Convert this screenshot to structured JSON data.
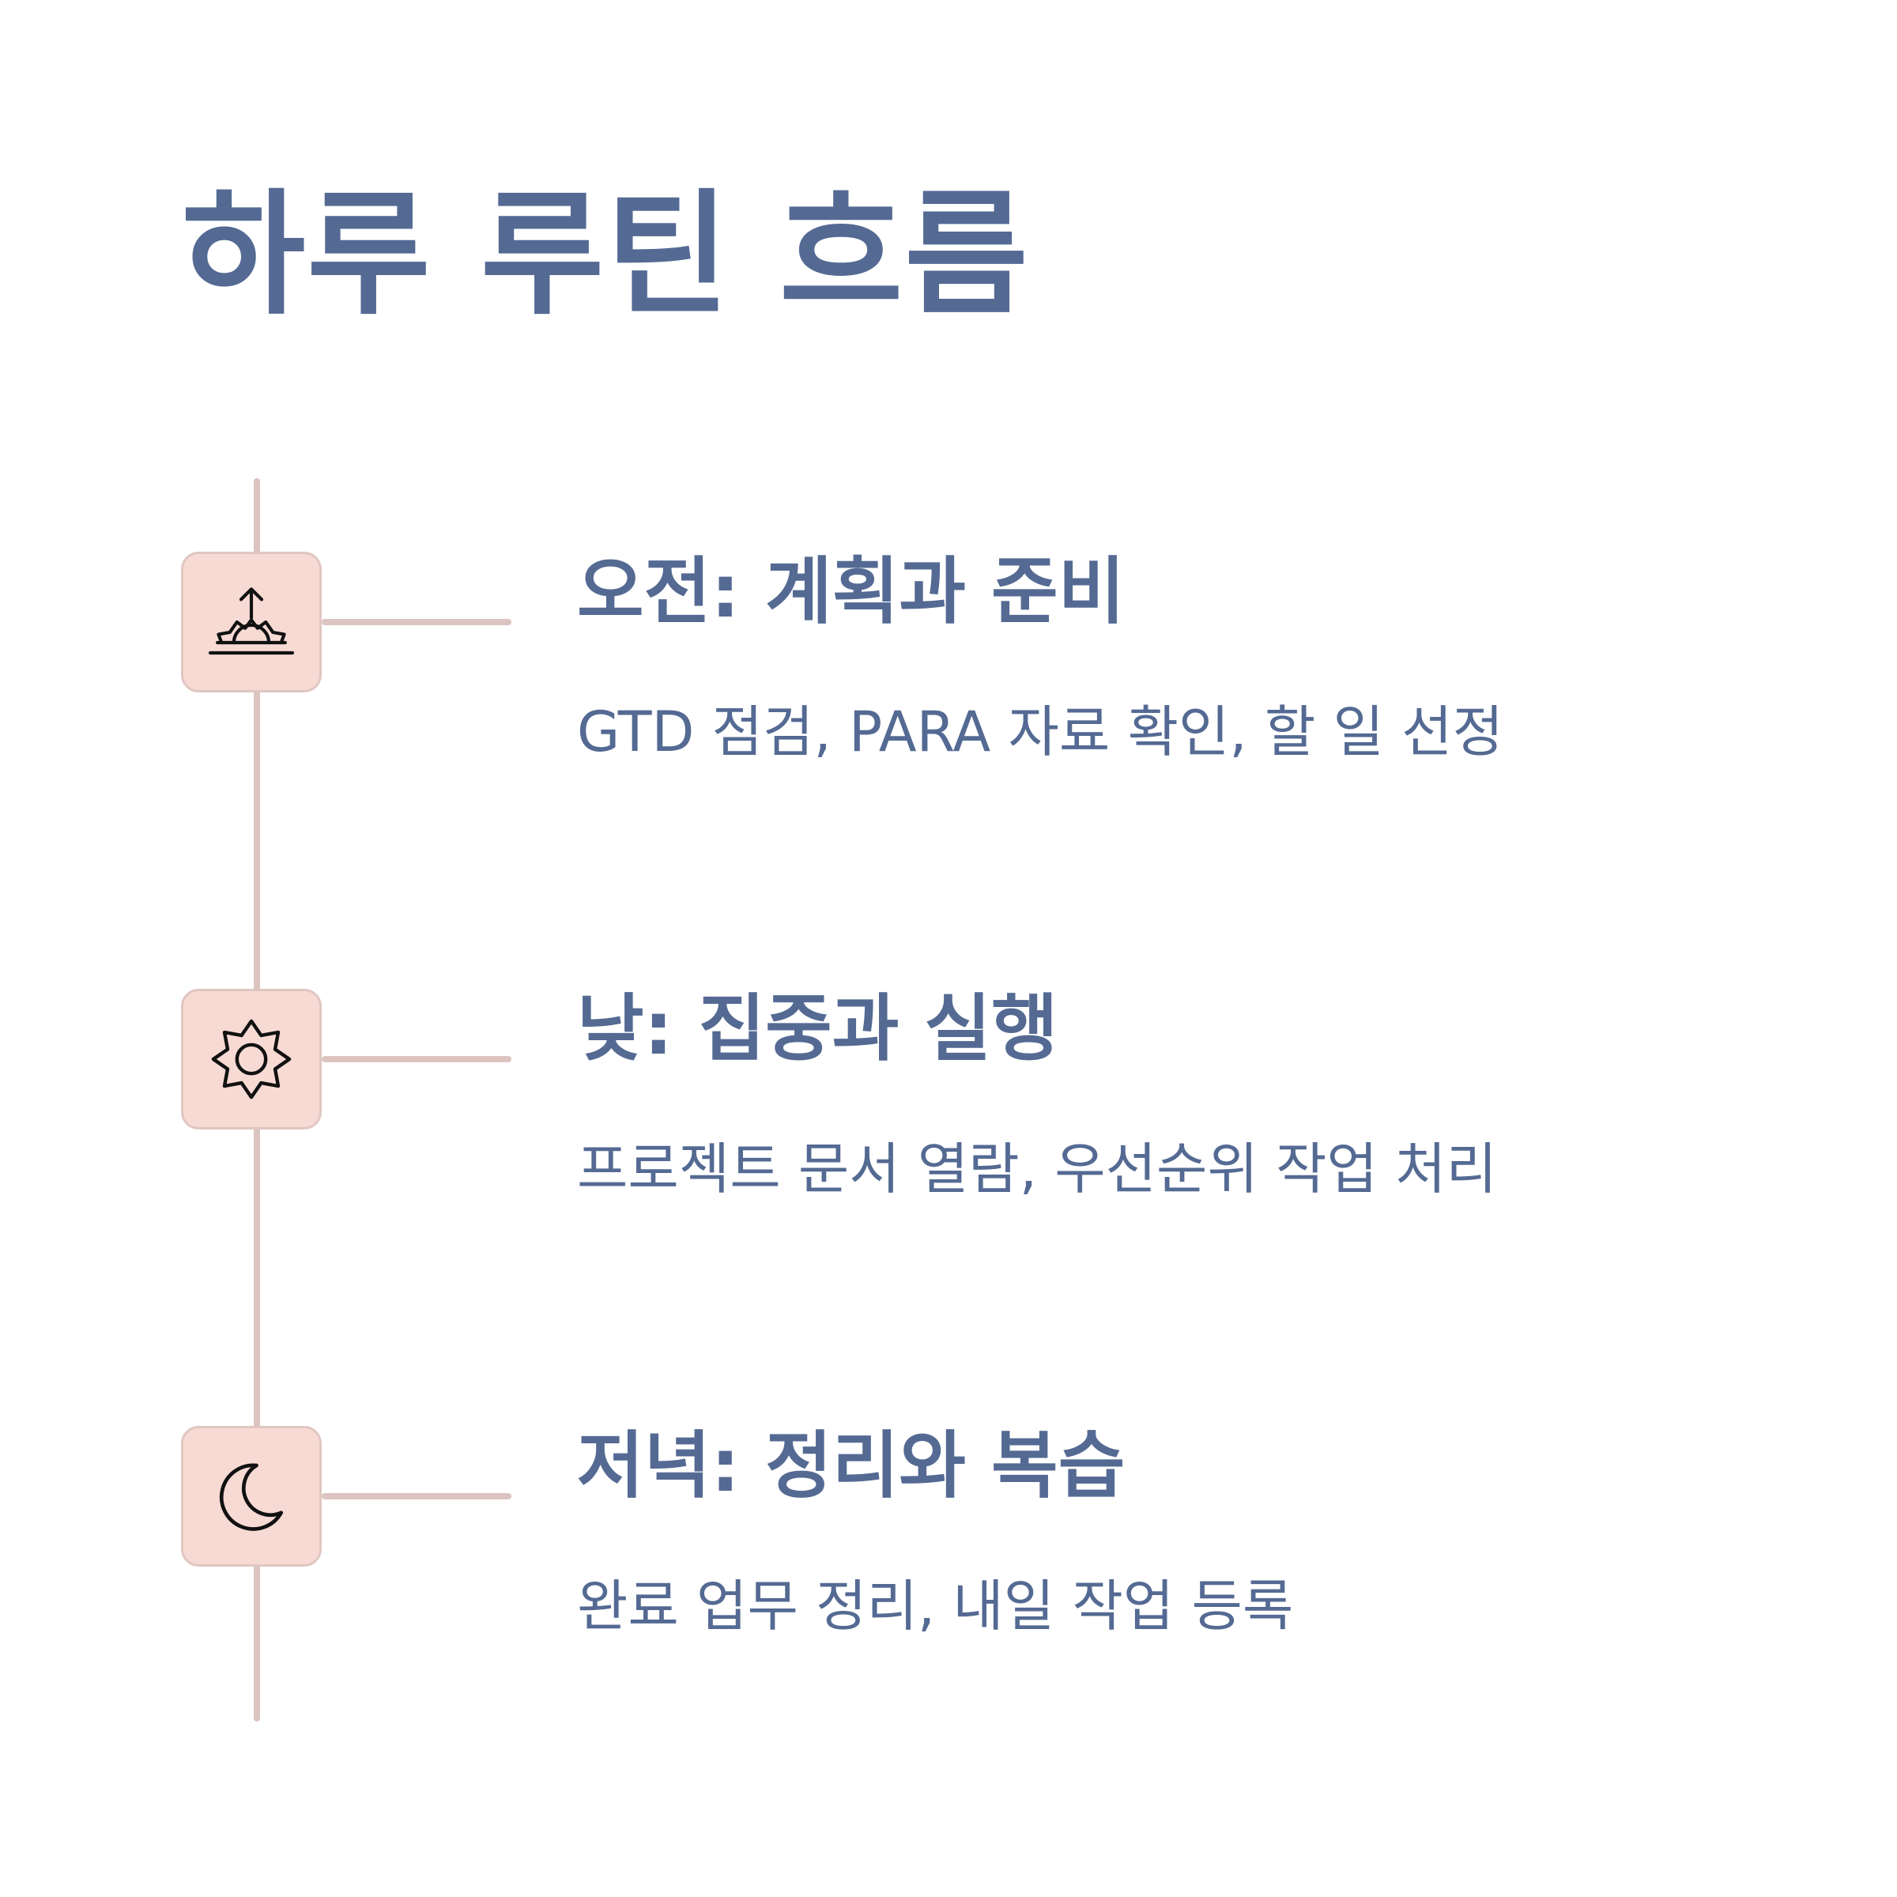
{
  "title": "하루 루틴 흐름",
  "colors": {
    "text": "#546a93",
    "line": "#dcc4c1",
    "icon_box": "#f7dad4",
    "icon_border": "#e0c6c1",
    "icon_stroke": "#111111"
  },
  "steps": [
    {
      "icon": "sunrise-icon",
      "title": "오전: 계획과 준비",
      "description": "GTD 점검, PARA 자료 확인, 할 일 선정"
    },
    {
      "icon": "sun-icon",
      "title": "낮: 집중과 실행",
      "description": "프로젝트 문서 열람, 우선순위 작업 처리"
    },
    {
      "icon": "moon-icon",
      "title": "저녁: 정리와 복습",
      "description": "완료 업무 정리, 내일 작업 등록"
    }
  ]
}
